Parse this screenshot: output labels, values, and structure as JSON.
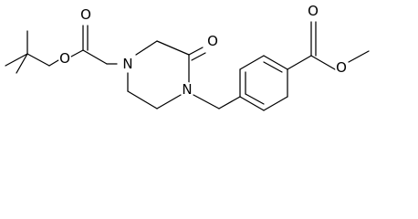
{
  "structure": {
    "atoms": {
      "carbamate_o_ester": "O",
      "carbamate_o_carbonyl": "O",
      "piperazine_n1": "N",
      "lactam_o": "O",
      "piperazine_n4": "N",
      "ester_o_carbonyl": "O",
      "ester_o_methoxy": "O"
    },
    "colors": {
      "bond": "#000000",
      "label": "#000000",
      "background": "#ffffff"
    }
  }
}
